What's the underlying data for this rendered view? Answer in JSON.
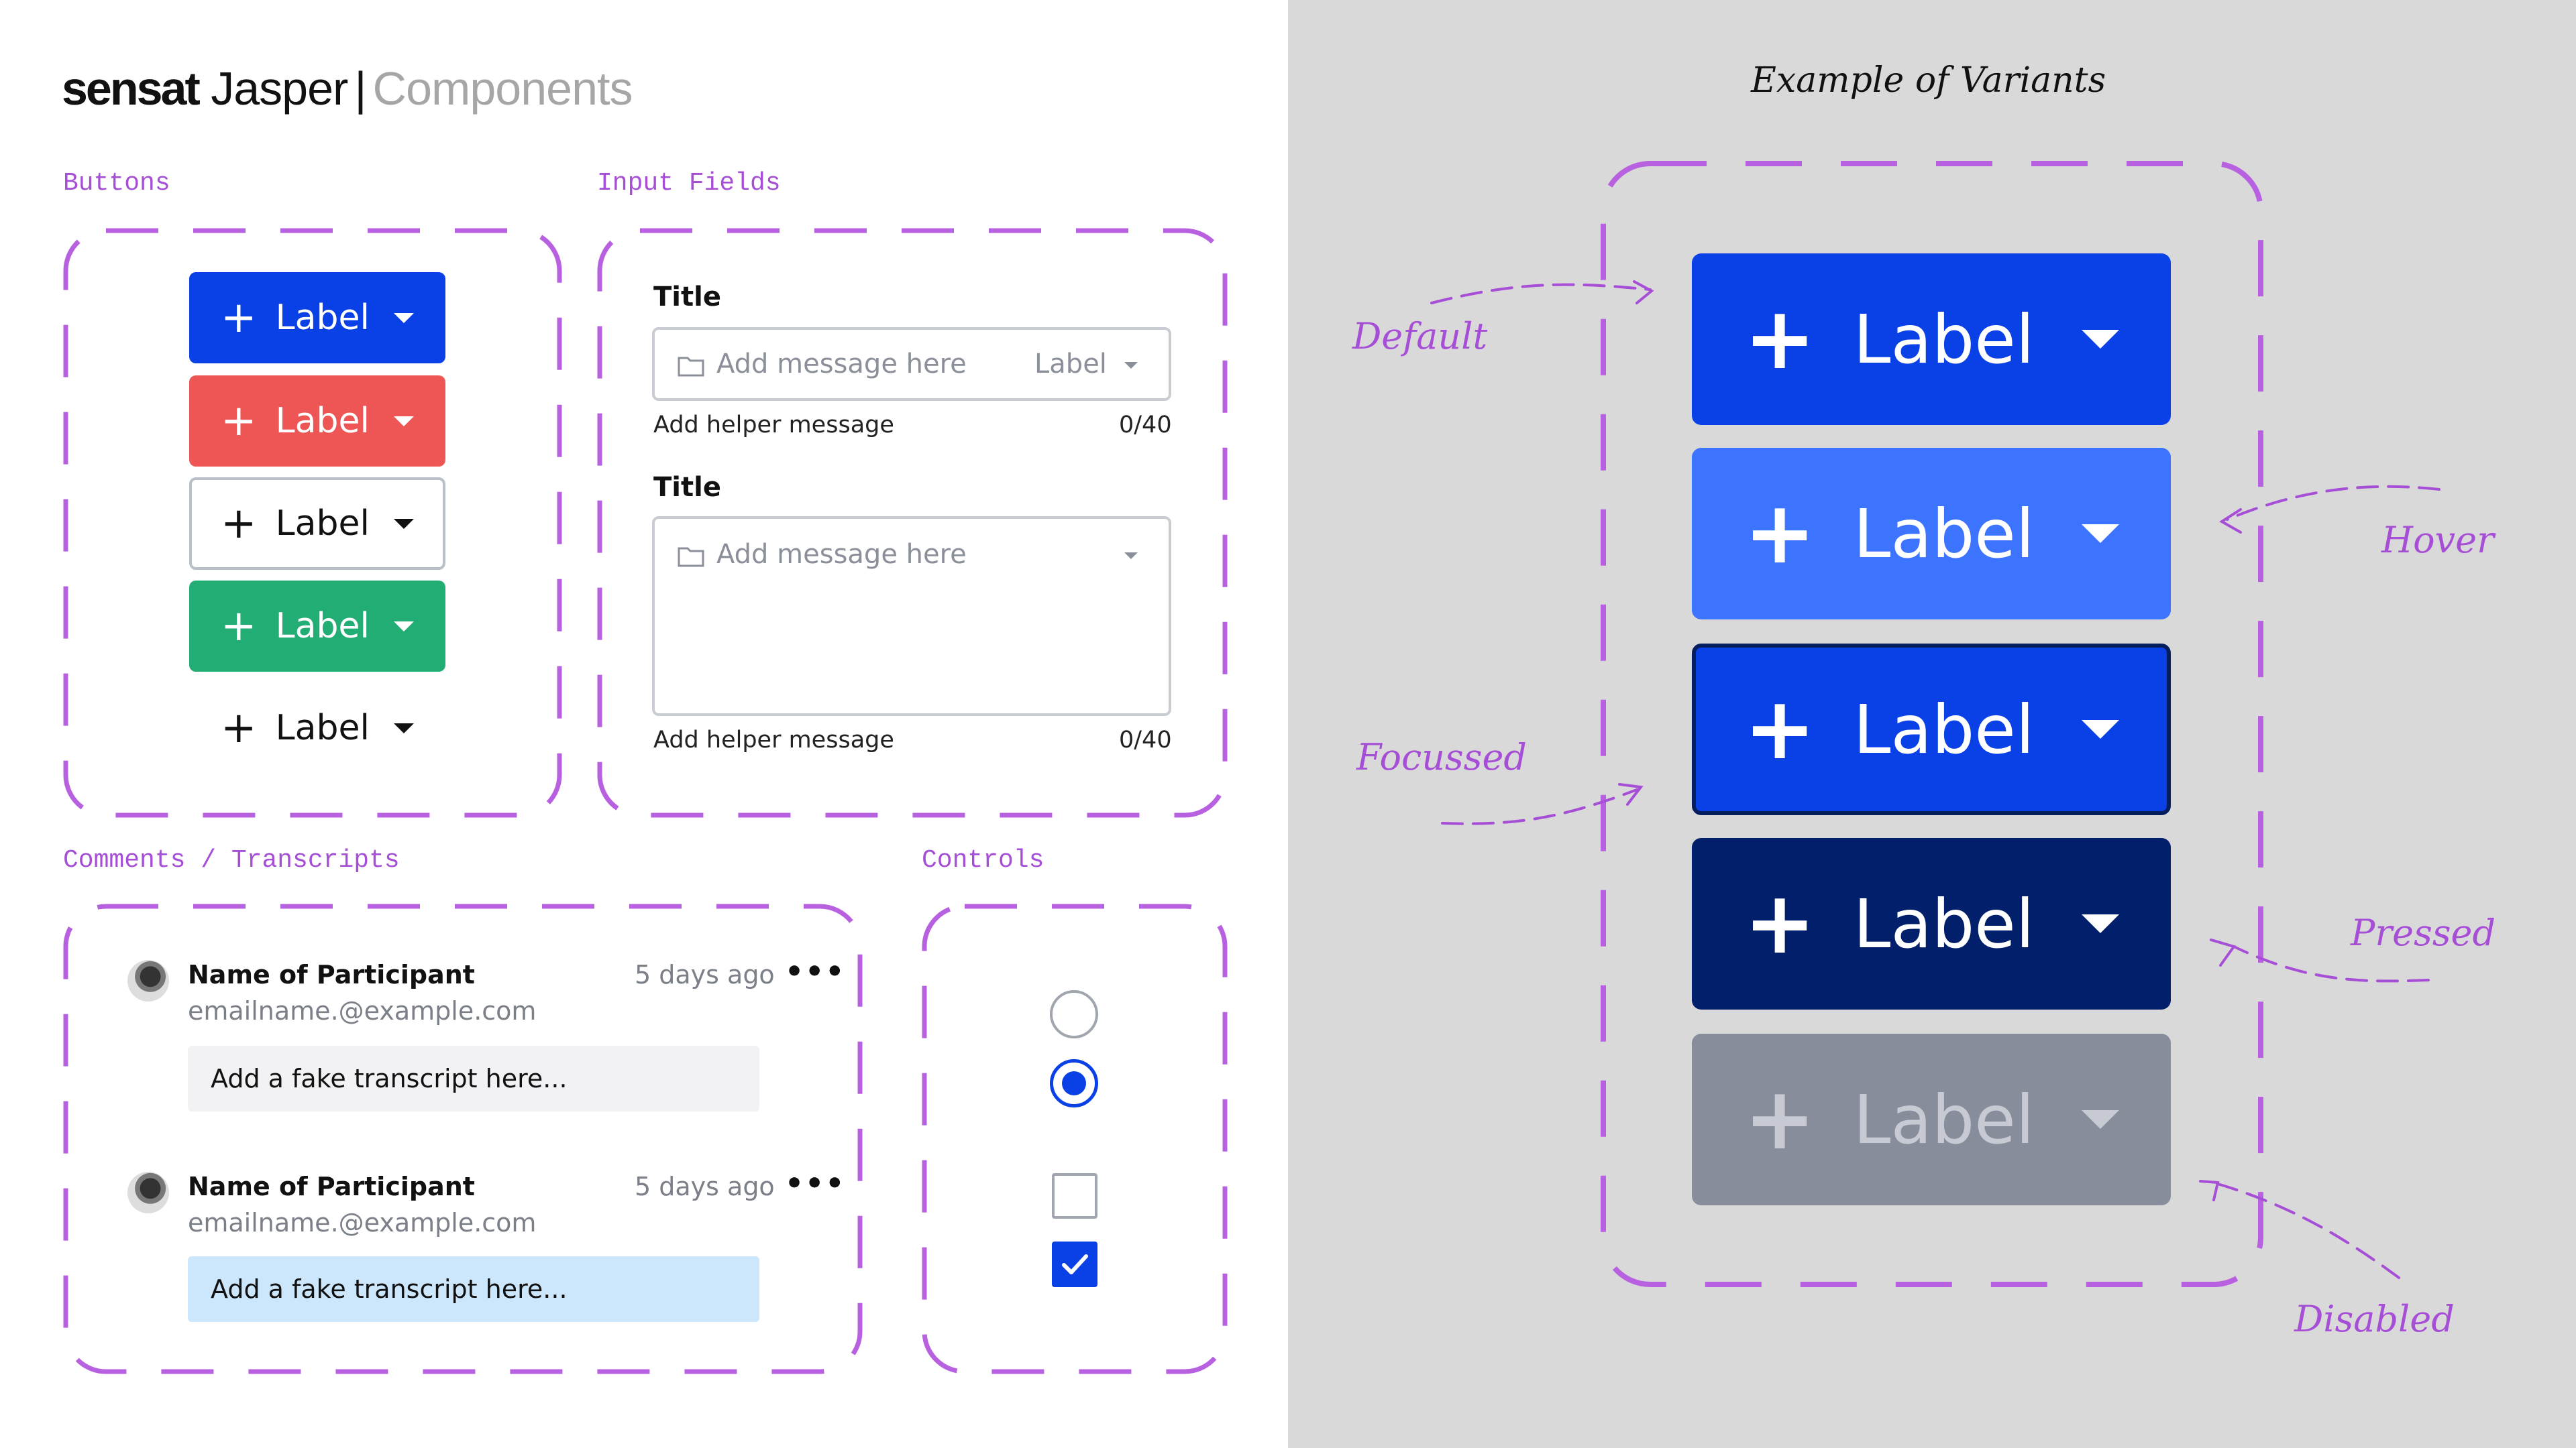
{
  "header": {
    "logo": "sensat",
    "product": "Jasper",
    "separator": "|",
    "subtitle": "Components"
  },
  "sections": {
    "buttons": "Buttons",
    "inputs": "Input Fields",
    "comments": "Comments / Transcripts",
    "controls": "Controls"
  },
  "buttons": [
    {
      "label": "Label",
      "variant": "primary-blue",
      "color": "#0a41e6"
    },
    {
      "label": "Label",
      "variant": "danger-red",
      "color": "#ee5555"
    },
    {
      "label": "Label",
      "variant": "outline",
      "color": "#ffffff"
    },
    {
      "label": "Label",
      "variant": "success-green",
      "color": "#22ad74"
    },
    {
      "label": "Label",
      "variant": "ghost",
      "color": "transparent"
    }
  ],
  "inputs": [
    {
      "title": "Title",
      "placeholder": "Add message here",
      "right_label": "Label",
      "helper": "Add helper message",
      "count": "0/40"
    },
    {
      "title": "Title",
      "placeholder": "Add message here",
      "helper": "Add helper message",
      "count": "0/40"
    }
  ],
  "comments": [
    {
      "name": "Name of Participant",
      "email": "emailname.@example.com",
      "time": "5 days ago",
      "more": "•••",
      "text": "Add a fake transcript here...",
      "bg": "#f2f2f4"
    },
    {
      "name": "Name of Participant",
      "email": "emailname.@example.com",
      "time": "5 days ago",
      "more": "•••",
      "text": "Add a fake transcript here...",
      "bg": "#cce6fb"
    }
  ],
  "controls": {
    "radio_unchecked": false,
    "radio_checked": true,
    "checkbox_unchecked": false,
    "checkbox_checked": true,
    "accent": "#0a41e6"
  },
  "variants": {
    "title": "Example of Variants",
    "states": [
      {
        "name": "Default",
        "label": "Label",
        "bg": "#0a41e6"
      },
      {
        "name": "Hover",
        "label": "Label",
        "bg": "#3c73ff"
      },
      {
        "name": "Focussed",
        "label": "Label",
        "bg": "#0a41e6"
      },
      {
        "name": "Pressed",
        "label": "Label",
        "bg": "#021f6b"
      },
      {
        "name": "Disabled",
        "label": "Label",
        "bg": "#888d9c"
      }
    ]
  },
  "colors": {
    "accent_purple": "#a64fd6",
    "right_bg": "#d9d9d9"
  }
}
